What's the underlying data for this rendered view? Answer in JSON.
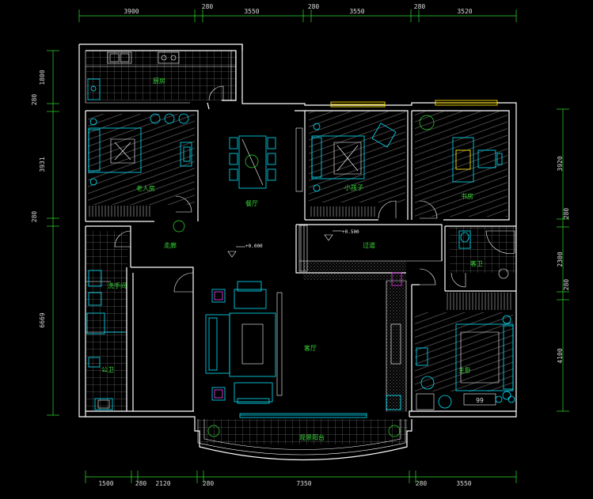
{
  "dimensions": {
    "top": [
      "3900",
      "280",
      "3550",
      "280",
      "3550",
      "280",
      "3520"
    ],
    "bottom": [
      "1500",
      "280",
      "2120",
      "280",
      "7350",
      "280",
      "3550"
    ],
    "left": [
      "1800",
      "280",
      "3931",
      "280",
      "6669"
    ],
    "right": [
      "3920",
      "280",
      "2300",
      "280",
      "4100"
    ]
  },
  "rooms": {
    "kitchen": "厨房",
    "elder_room": "老人房",
    "dining": "餐厅",
    "child_room": "小孩子",
    "study": "书房",
    "corridor": "走廊",
    "passage": "过道",
    "guest_bath": "客卫",
    "laundry": "洗手间",
    "public_bath": "公卫",
    "living": "客厅",
    "master_bed": "主卧",
    "balcony": "观景阳台"
  },
  "levels": {
    "main": "+0.000",
    "passage": "+0.500"
  },
  "tv_label": "99",
  "colors": {
    "wall": "#ffffff",
    "dimension": "#2ee02e",
    "furniture": "#00e5ff",
    "label": "#38d838",
    "window": "#ffe000"
  }
}
